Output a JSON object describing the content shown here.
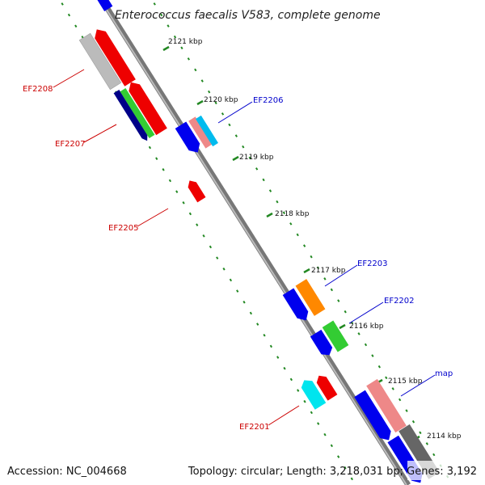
{
  "title": "Enterococcus faecalis V583, complete genome",
  "footer": {
    "accession": "Accession: NC_004668",
    "info": "Topology: circular; Length: 3,218,031 bp; Genes: 3,192"
  },
  "ticks": [
    "2121 kbp",
    "2120 kbp",
    "2119 kbp",
    "2118 kbp",
    "2117 kbp",
    "2116 kbp",
    "2115 kbp",
    "2114 kbp"
  ],
  "gene_labels": [
    "EF2208",
    "EF2207",
    "EF2205",
    "EF2201",
    "EF2206",
    "EF2203",
    "EF2202",
    "map"
  ],
  "colors": {
    "backbone": "#888888",
    "tick_dots": "#228822",
    "red": "#ee0000",
    "blue": "#0000ee",
    "navy": "#000088",
    "green": "#33cc33",
    "orange": "#ff8800",
    "cyan": "#00e5ee",
    "pink": "#ee8888",
    "sky": "#00bbee",
    "gray": "#bbbbbb",
    "darkgray": "#666666"
  }
}
